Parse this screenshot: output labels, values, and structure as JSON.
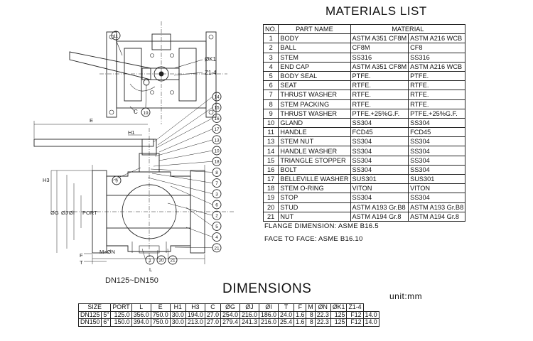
{
  "materials": {
    "title": "MATERIALS LIST",
    "headers": {
      "no": "NO.",
      "part": "PART NAME",
      "material": "MATERIAL"
    },
    "rows": [
      {
        "no": "1",
        "part": "BODY",
        "m1": "ASTM A351 CF8M",
        "m2": "ASTM A216 WCB"
      },
      {
        "no": "2",
        "part": "BALL",
        "m1": "CF8M",
        "m2": "CF8"
      },
      {
        "no": "3",
        "part": "STEM",
        "m1": "SS316",
        "m2": "SS316"
      },
      {
        "no": "4",
        "part": "END CAP",
        "m1": "ASTM A351 CF8M",
        "m2": "ASTM A216 WCB"
      },
      {
        "no": "5",
        "part": "BODY SEAL",
        "m1": "PTFE.",
        "m2": "PTFE."
      },
      {
        "no": "6",
        "part": "SEAT",
        "m1": "RTFE.",
        "m2": "RTFE."
      },
      {
        "no": "7",
        "part": "THRUST WASHER",
        "m1": "RTFE.",
        "m2": "RTFE."
      },
      {
        "no": "8",
        "part": "STEM PACKING",
        "m1": "RTFE.",
        "m2": "RTFE."
      },
      {
        "no": "9",
        "part": "THRUST WASHER",
        "m1": "PTFE.+25%G.F.",
        "m2": "PTFE.+25%G.F."
      },
      {
        "no": "10",
        "part": "GLAND",
        "m1": "SS304",
        "m2": "SS304"
      },
      {
        "no": "11",
        "part": "HANDLE",
        "m1": "FCD45",
        "m2": "FCD45"
      },
      {
        "no": "13",
        "part": "STEM NUT",
        "m1": "SS304",
        "m2": "SS304"
      },
      {
        "no": "14",
        "part": "HANDLE WASHER",
        "m1": "SS304",
        "m2": "SS304"
      },
      {
        "no": "15",
        "part": "TRIANGLE STOPPER",
        "m1": "SS304",
        "m2": "SS304"
      },
      {
        "no": "16",
        "part": "BOLT",
        "m1": "SS304",
        "m2": "SS304"
      },
      {
        "no": "17",
        "part": "BELLEVILLE WASHER",
        "m1": "SUS301",
        "m2": "SUS301"
      },
      {
        "no": "18",
        "part": "STEM O-RING",
        "m1": "VITON",
        "m2": "VITON"
      },
      {
        "no": "19",
        "part": "STOP",
        "m1": "SS304",
        "m2": "SS304"
      },
      {
        "no": "20",
        "part": "STUD",
        "m1": "ASTM A193 Gr.B8",
        "m2": "ASTM A193 Gr.B8"
      },
      {
        "no": "21",
        "part": "NUT",
        "m1": "ASTM A194 Gr.8",
        "m2": "ASTM A194 Gr.8"
      }
    ],
    "note_flange": "FLANGE DIMENSION: ASME B16.5",
    "note_face": "FACE TO FACE: ASME B16.10"
  },
  "dimensions": {
    "title": "DIMENSIONS",
    "unit": "unit:mm",
    "headers": [
      "SIZE",
      "",
      "PORT",
      "L",
      "E",
      "H1",
      "H3",
      "C",
      "ØG",
      "ØJ",
      "ØI",
      "T",
      "F",
      "M",
      "ØN",
      "ØK1",
      "Z1-4"
    ],
    "rows": [
      [
        "DN125",
        "5\"",
        "125.0",
        "356.0",
        "750.0",
        "30.0",
        "194.0",
        "27.0",
        "254.0",
        "216.0",
        "186.0",
        "24.0",
        "1.6",
        "8",
        "22.3",
        "125",
        "F12",
        "14.0"
      ],
      [
        "DN150",
        "6\"",
        "150.0",
        "394.0",
        "750.0",
        "30.0",
        "213.0",
        "27.0",
        "279.4",
        "241.3",
        "216.0",
        "25.4",
        "1.6",
        "8",
        "22.3",
        "125",
        "F12",
        "14.0"
      ]
    ]
  },
  "drawing": {
    "size_caption": "DN125~DN150",
    "top_view_labels": {
      "k1": "ØK1",
      "z": "Z1-4",
      "c": "C"
    },
    "dim_labels": {
      "e": "E",
      "h1": "H1",
      "h3": "H3",
      "g": "ØG",
      "j": "ØJ",
      "i": "ØI",
      "port": "PORT",
      "n": "M×ØN",
      "f": "F",
      "t": "T",
      "l": "L"
    },
    "callouts_top": [
      "11",
      "19"
    ],
    "callouts_right": [
      "14",
      "15",
      "16",
      "17",
      "13",
      "10",
      "18",
      "8",
      "7",
      "3",
      "6",
      "2",
      "5",
      "4",
      "21"
    ],
    "callouts_bottom": [
      "1",
      "20",
      "21"
    ],
    "callout_left": "9"
  }
}
